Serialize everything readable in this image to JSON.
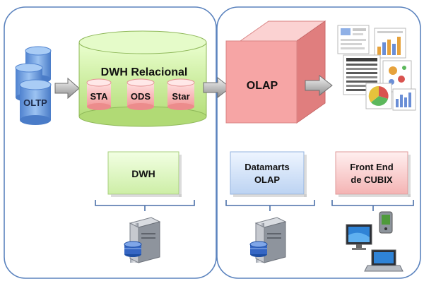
{
  "sources": {
    "oltp_label": "OLTP"
  },
  "dwh": {
    "title": "DWH Relacional",
    "stages": [
      "STA",
      "ODS",
      "Star"
    ],
    "tier_label": "DWH"
  },
  "olap": {
    "cube_label": "OLAP",
    "tier_label_line1": "Datamarts",
    "tier_label_line2": "OLAP"
  },
  "frontend": {
    "tier_label_line1": "Front End",
    "tier_label_line2": "de CUBIX"
  },
  "colors": {
    "panel_border": "#5b83be",
    "dwh_green": "#c6ec95",
    "olap_pink": "#f7a4a4",
    "db_blue": "#6f9fe0",
    "label_green": "#d9f3bd",
    "label_blue": "#c9dcf5",
    "label_pink": "#f8c4c4",
    "arrow_gray": "#9a9a9a"
  }
}
